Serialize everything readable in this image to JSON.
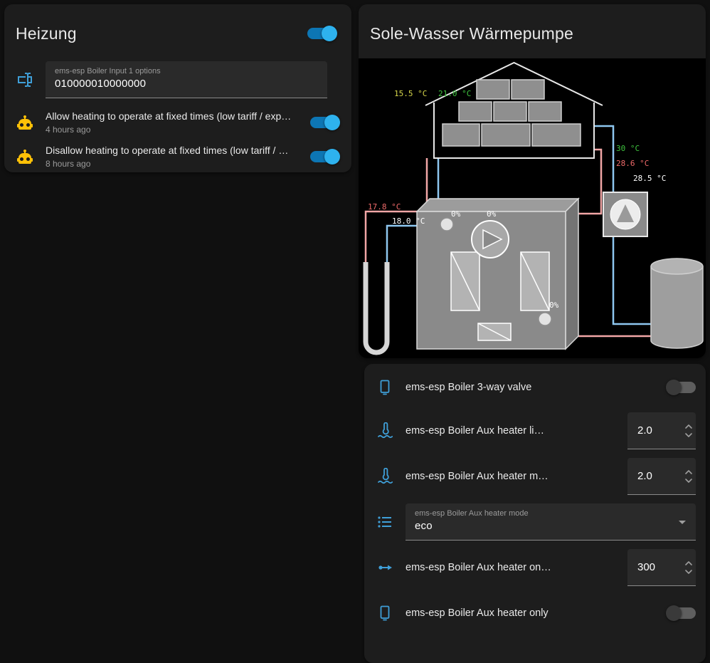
{
  "theme": {
    "accent_blue": "#2eb2ee",
    "entity_icon_blue": "#3f9fd8",
    "automation_amber": "#ffc107",
    "card_bg": "#1d1d1d",
    "page_bg": "#101010"
  },
  "left_card": {
    "title": "Heizung",
    "master_toggle_on": true,
    "input_field": {
      "icon": "form-textbox-icon",
      "label": "ems-esp Boiler Input 1 options",
      "value": "010000010000000"
    },
    "automations": [
      {
        "icon": "robot-icon",
        "title": "Allow heating to operate at fixed times (low tariff / exp…",
        "subtitle": "4 hours ago",
        "on": true
      },
      {
        "icon": "robot-icon",
        "title": "Disallow heating to operate at fixed times (low tariff / …",
        "subtitle": "8 hours ago",
        "on": true
      }
    ]
  },
  "pump_card": {
    "title": "Sole-Wasser Wärmepumpe",
    "colors": {
      "pipe_warm": "#f2a6a6",
      "pipe_cold": "#8ec7f0",
      "green": "#3fc43f",
      "red": "#ef6a6a",
      "yellow": "#d6d64a",
      "white": "#ffffff"
    },
    "schematic": {
      "outdoor_temp": "15.5 °C",
      "indoor_temp": "21.0 °C",
      "flow_temp": "30 °C",
      "return_temp": "28.6 °C",
      "tank_temp": "28.5 °C",
      "brine_return_temp": "17.8 °C",
      "brine_flow_temp": "18.0 °C",
      "pump1_pct": "0%",
      "pump2_pct": "0%",
      "pump3_pct": "0%"
    }
  },
  "entities_card": {
    "rows": [
      {
        "type": "toggle",
        "icon": "tablet-icon",
        "label": "ems-esp Boiler 3-way valve",
        "on": false
      },
      {
        "type": "number",
        "icon": "thermometer-water-icon",
        "label": "ems-esp Boiler Aux heater li…",
        "value": "2.0"
      },
      {
        "type": "number",
        "icon": "thermometer-water-icon",
        "label": "ems-esp Boiler Aux heater m…",
        "value": "2.0"
      },
      {
        "type": "select",
        "icon": "format-list-icon",
        "label": "ems-esp Boiler Aux heater mode",
        "value": "eco"
      },
      {
        "type": "number",
        "icon": "ray-start-arrow-icon",
        "label": "ems-esp Boiler Aux heater on…",
        "value": "300"
      },
      {
        "type": "toggle",
        "icon": "tablet-icon",
        "label": "ems-esp Boiler Aux heater only",
        "on": false
      }
    ]
  }
}
